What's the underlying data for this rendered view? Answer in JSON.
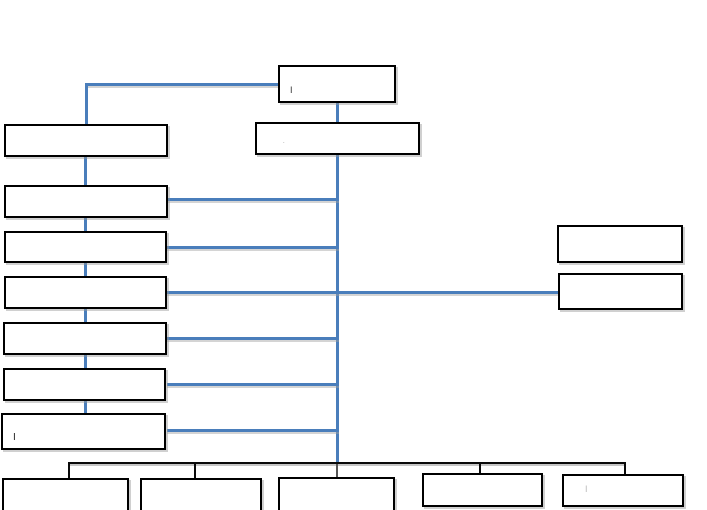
{
  "diagram": {
    "kind": "organization-flow-chart",
    "colors": {
      "background": "#ffffff",
      "box_fill": "#ffffff",
      "box_border": "#000000",
      "connector_blue": "#4a7ebb",
      "connector_black": "#0a0a0a",
      "shadow_gray": "#a0a0a0"
    },
    "nodes": {
      "top": {
        "label": "I"
      },
      "center": {
        "label": "."
      },
      "left": [
        {
          "label": ""
        },
        {
          "label": ""
        },
        {
          "label": ""
        },
        {
          "label": ""
        },
        {
          "label": ""
        },
        {
          "label": ""
        },
        {
          "label": "I"
        }
      ],
      "right": [
        {
          "label": ""
        },
        {
          "label": ""
        }
      ],
      "bottom": [
        {
          "label": ""
        },
        {
          "label": ""
        },
        {
          "label": ""
        },
        {
          "label": ""
        },
        {
          "label": "I"
        }
      ]
    }
  }
}
